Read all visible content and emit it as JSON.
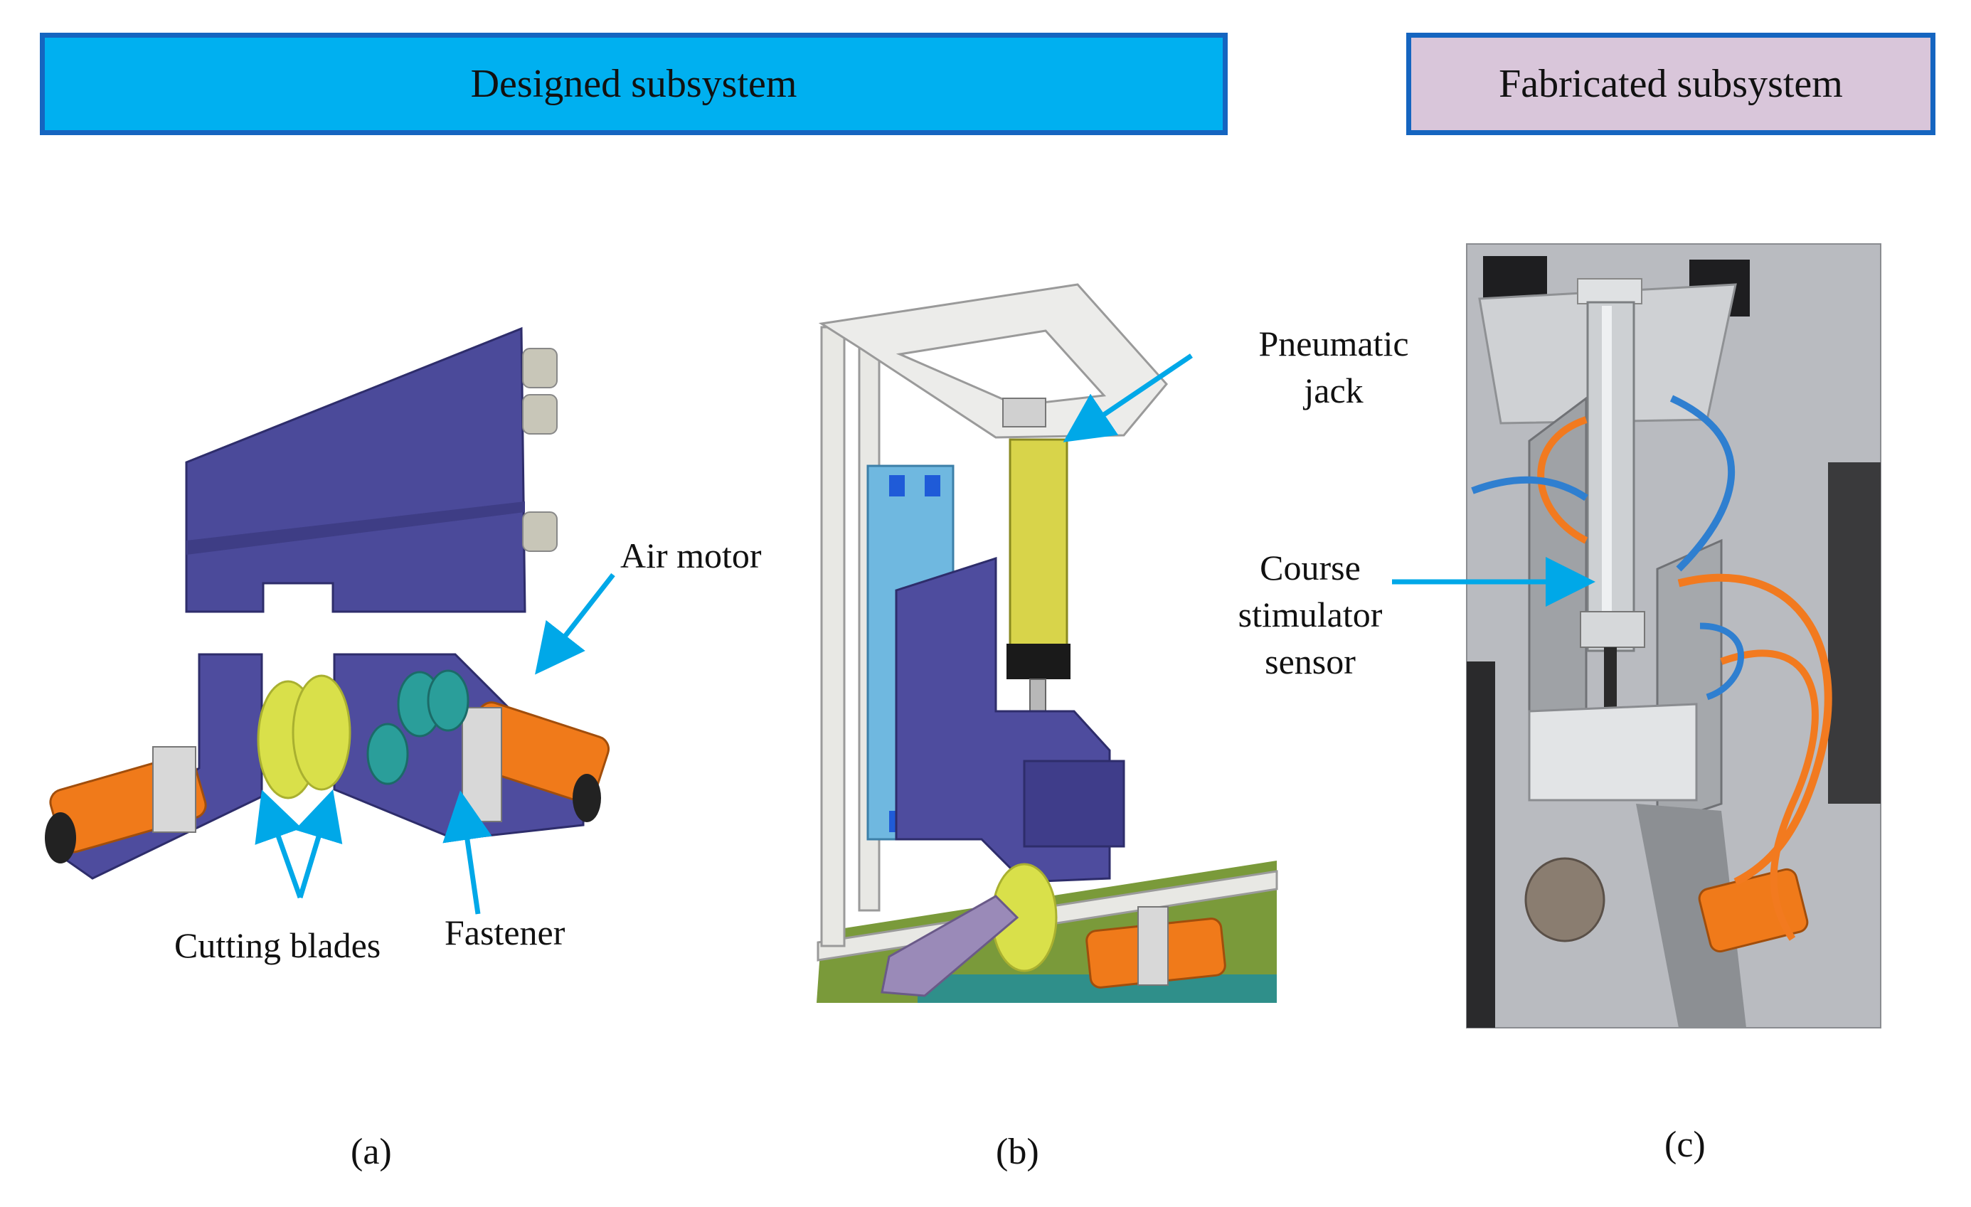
{
  "headers": {
    "designed": "Designed subsystem",
    "fabricated": "Fabricated subsystem"
  },
  "labels": {
    "air_motor": "Air motor",
    "cutting_blades": "Cutting blades",
    "fastener": "Fastener",
    "pneumatic_jack_line1": "Pneumatic",
    "pneumatic_jack_line2": "jack",
    "course_line1": "Course",
    "course_line2": "stimulator",
    "course_line3": "sensor"
  },
  "panels": {
    "a": "(a)",
    "b": "(b)",
    "c": "(c)"
  },
  "colors": {
    "header_designed": "#00b0f0",
    "header_fabricated": "#d9c6da",
    "header_border": "#1565c0",
    "arrow": "#00a8e8",
    "body_purple": "#4b4a9a",
    "motor_orange": "#f07a1a",
    "blade_yellow": "#d9e04a"
  }
}
